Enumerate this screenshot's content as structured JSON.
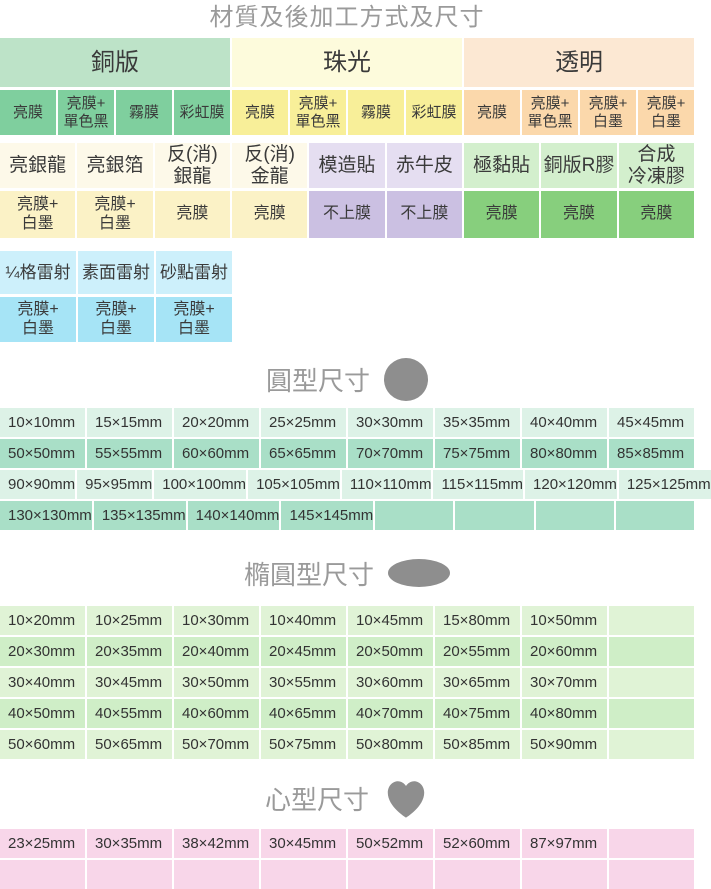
{
  "title": "材質及後加工方式及尺寸",
  "colors": {
    "title_gray": "#9a9a9a",
    "icon_gray": "#8e8e8e",
    "copper_header": "#bde3c8",
    "copper_sub": "#7fcf9e",
    "pearl_header": "#fdfbdc",
    "pearl_sub": "#f8ef99",
    "clear_header": "#fce8d3",
    "clear_sub": "#fbd8ab",
    "cream_header": "#fdf9e9",
    "cream_sub": "#fbf2c6",
    "purple_header": "#e5def1",
    "purple_sub": "#cbc0e2",
    "green_header": "#d3efcd",
    "green_sub": "#87cf7d",
    "cyan_header": "#cdf0fb",
    "cyan_sub": "#a6e4f6",
    "circle_row_light": "#ddf2e7",
    "circle_row_dark": "#a9dfc7",
    "ellipse_row_light": "#e0f3d6",
    "ellipse_row_dark": "#cfeec7",
    "heart_row": "#f8d6e9"
  },
  "group1": {
    "copper": {
      "label": "銅版",
      "subs": [
        "亮膜",
        "亮膜+\n單色黑",
        "霧膜",
        "彩虹膜"
      ]
    },
    "pearl": {
      "label": "珠光",
      "subs": [
        "亮膜",
        "亮膜+\n單色黑",
        "霧膜",
        "彩虹膜"
      ]
    },
    "clear": {
      "label": "透明",
      "subs": [
        "亮膜",
        "亮膜+\n單色黑",
        "亮膜+\n白墨",
        "亮膜+\n白墨"
      ]
    }
  },
  "group2": {
    "headers": [
      "亮銀龍",
      "亮銀箔",
      "反(消)\n銀龍",
      "反(消)\n金龍",
      "模造貼",
      "赤牛皮",
      "極黏貼",
      "銅版R膠",
      "合成\n冷凍膠"
    ],
    "subs": [
      "亮膜+\n白墨",
      "亮膜+\n白墨",
      "亮膜",
      "亮膜",
      "不上膜",
      "不上膜",
      "亮膜",
      "亮膜",
      "亮膜"
    ]
  },
  "group3": {
    "headers": [
      "¼格雷射",
      "素面雷射",
      "砂點雷射"
    ],
    "subs": [
      "亮膜+\n白墨",
      "亮膜+\n白墨",
      "亮膜+\n白墨"
    ]
  },
  "circle_section": {
    "title": "圓型尺寸",
    "icon": "circle-icon",
    "rows": [
      [
        "10×10mm",
        "15×15mm",
        "20×20mm",
        "25×25mm",
        "30×30mm",
        "35×35mm",
        "40×40mm",
        "45×45mm"
      ],
      [
        "50×50mm",
        "55×55mm",
        "60×60mm",
        "65×65mm",
        "70×70mm",
        "75×75mm",
        "80×80mm",
        "85×85mm"
      ],
      [
        "90×90mm",
        "95×95mm",
        "100×100mm",
        "105×105mm",
        "110×110mm",
        "115×115mm",
        "120×120mm",
        "125×125mm"
      ],
      [
        "130×130mm",
        "135×135mm",
        "140×140mm",
        "145×145mm",
        "",
        "",
        "",
        ""
      ]
    ]
  },
  "ellipse_section": {
    "title": "橢圓型尺寸",
    "icon": "ellipse-icon",
    "rows": [
      [
        "10×20mm",
        "10×25mm",
        "10×30mm",
        "10×40mm",
        "10×45mm",
        "15×80mm",
        "10×50mm",
        ""
      ],
      [
        "20×30mm",
        "20×35mm",
        "20×40mm",
        "20×45mm",
        "20×50mm",
        "20×55mm",
        "20×60mm",
        ""
      ],
      [
        "30×40mm",
        "30×45mm",
        "30×50mm",
        "30×55mm",
        "30×60mm",
        "30×65mm",
        "30×70mm",
        ""
      ],
      [
        "40×50mm",
        "40×55mm",
        "40×60mm",
        "40×65mm",
        "40×70mm",
        "40×75mm",
        "40×80mm",
        ""
      ],
      [
        "50×60mm",
        "50×65mm",
        "50×70mm",
        "50×75mm",
        "50×80mm",
        "50×85mm",
        "50×90mm",
        ""
      ]
    ]
  },
  "heart_section": {
    "title": "心型尺寸",
    "icon": "heart-icon",
    "rows": [
      [
        "23×25mm",
        "30×35mm",
        "38×42mm",
        "30×45mm",
        "50×52mm",
        "52×60mm",
        "87×97mm",
        ""
      ],
      [
        "",
        "",
        "",
        "",
        "",
        "",
        "",
        ""
      ]
    ]
  }
}
